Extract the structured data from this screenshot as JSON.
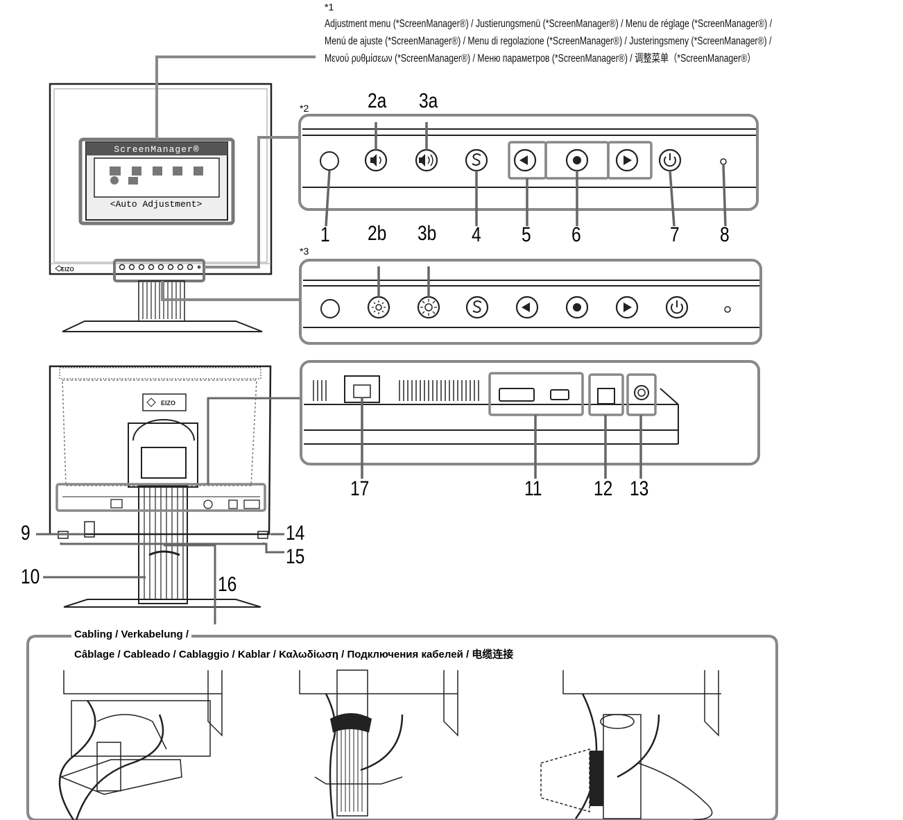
{
  "notes": {
    "star1": {
      "marker": "*1",
      "lines": [
        "Adjustment menu (*ScreenManager®) / Justierungsmenü (*ScreenManager®) / Menu de réglage (*ScreenManager®) /",
        "Menú de ajuste (*ScreenManager®) / Menu di regolazione (*ScreenManager®) / Justeringsmeny  (*ScreenManager®) /",
        "Μενού ρυθμίσεων (*ScreenManager®) / Меню параметров (*ScreenManager®) / 调整菜单（*ScreenManager®）"
      ]
    },
    "star2": "*2",
    "star3": "*3"
  },
  "screen_manager": {
    "title": "ScreenManager®",
    "footer": "<Auto Adjustment>"
  },
  "brand": "EIZO",
  "callouts": {
    "c1": "1",
    "c2a": "2a",
    "c2b": "2b",
    "c3a": "3a",
    "c3b": "3b",
    "c4": "4",
    "c5": "5",
    "c6": "6",
    "c7": "7",
    "c8": "8",
    "c9": "9",
    "c10": "10",
    "c11": "11",
    "c12": "12",
    "c13": "13",
    "c14": "14",
    "c15": "15",
    "c16": "16",
    "c17": "17"
  },
  "cabling": {
    "line1": "Cabling / Verkabelung /",
    "line2": "Câblage / Cableado / Cablaggio / Kablar / Καλωδίωση / Подключения кабелей / 电缆连接"
  }
}
